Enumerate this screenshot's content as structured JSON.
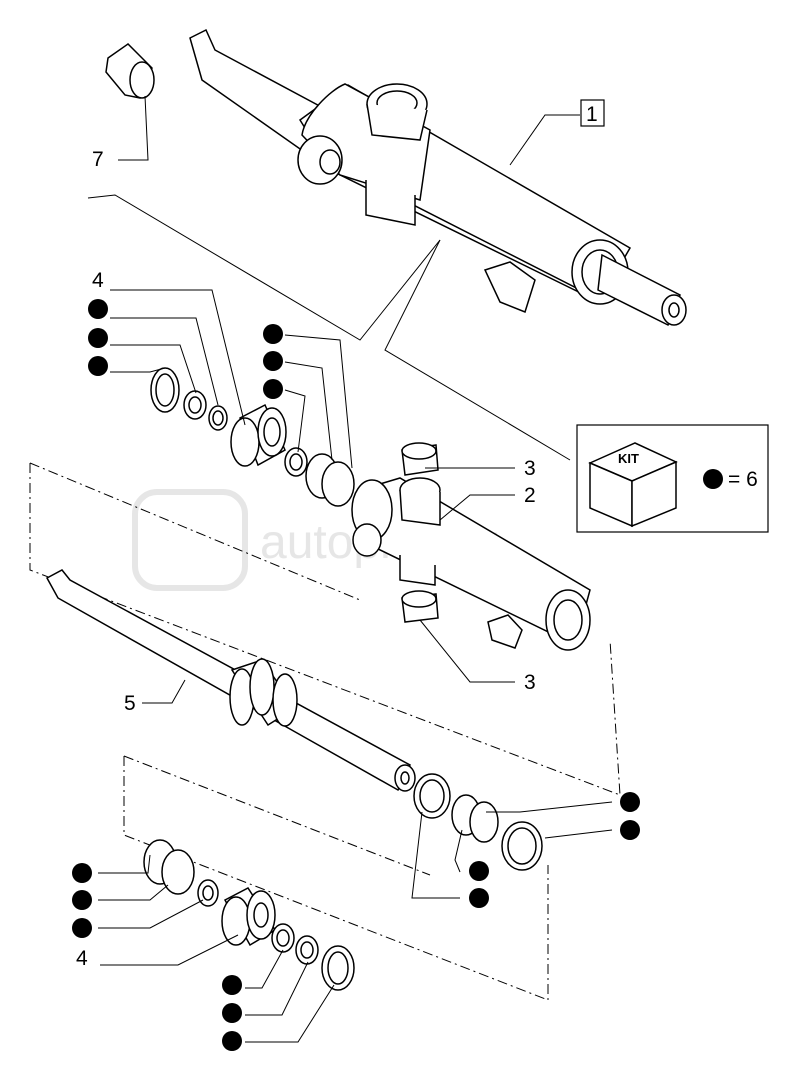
{
  "labels": {
    "part_1": "1",
    "part_2": "2",
    "part_3_top": "3",
    "part_3_bottom": "3",
    "part_4_top": "4",
    "part_4_bottom": "4",
    "part_5": "5",
    "part_7": "7"
  },
  "kit_box": {
    "title": "KIT",
    "equation": "= 6"
  },
  "watermark": "autopiter.ru"
}
